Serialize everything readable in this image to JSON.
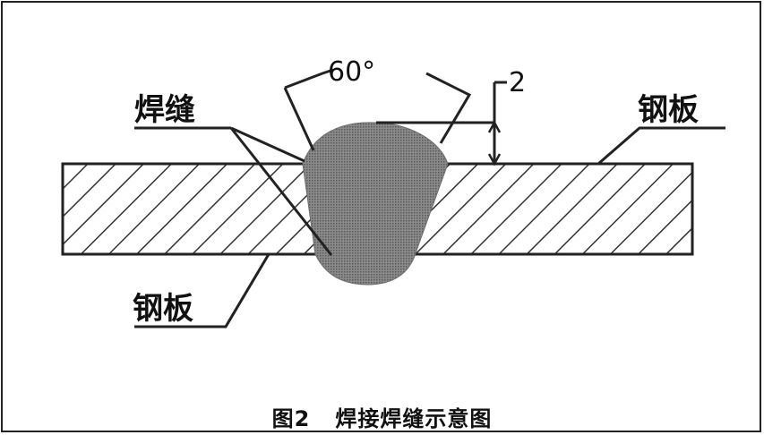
{
  "labels": {
    "weld": "焊缝",
    "plate_right": "钢板",
    "plate_bottom_left": "钢板",
    "angle": "60°",
    "gap": "2"
  },
  "caption": {
    "figure": "图2",
    "title": "焊接焊缝示意图"
  }
}
